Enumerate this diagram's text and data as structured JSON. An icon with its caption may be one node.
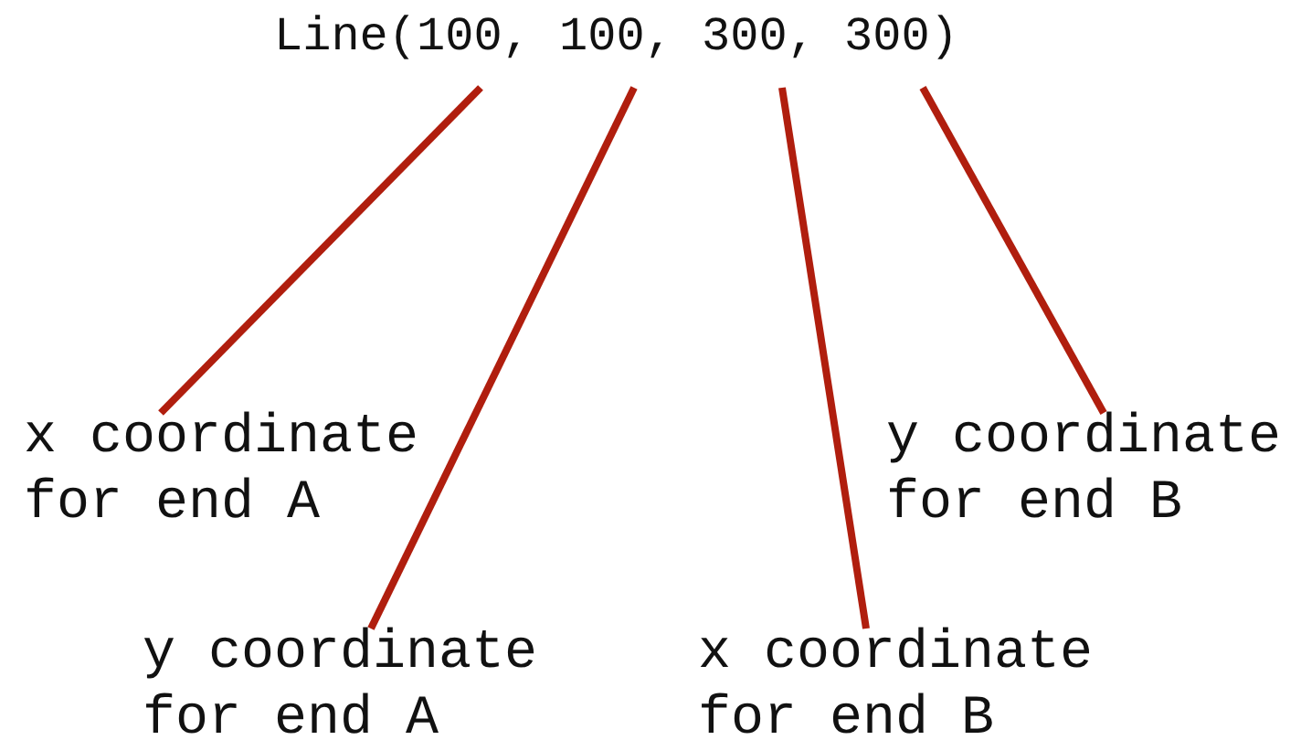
{
  "diagram": {
    "nodes": [
      {
        "text": [
          "Line(100, 100, 300, 300)"
        ]
      },
      {
        "text": [
          "x coordinate for end A"
        ]
      },
      {
        "text": [
          "y coordinate for end B"
        ]
      },
      {
        "text": [
          "y coordinate for end A"
        ]
      },
      {
        "text": [
          "x coordinate for end B"
        ]
      }
    ],
    "edges": [
      {
        "from": 1,
        "to": 0,
        "arrow": "none"
      },
      {
        "from": 3,
        "to": 0,
        "arrow": "none"
      },
      {
        "from": 4,
        "to": 0,
        "arrow": "none"
      },
      {
        "from": 2,
        "to": 0,
        "arrow": "none"
      }
    ]
  }
}
